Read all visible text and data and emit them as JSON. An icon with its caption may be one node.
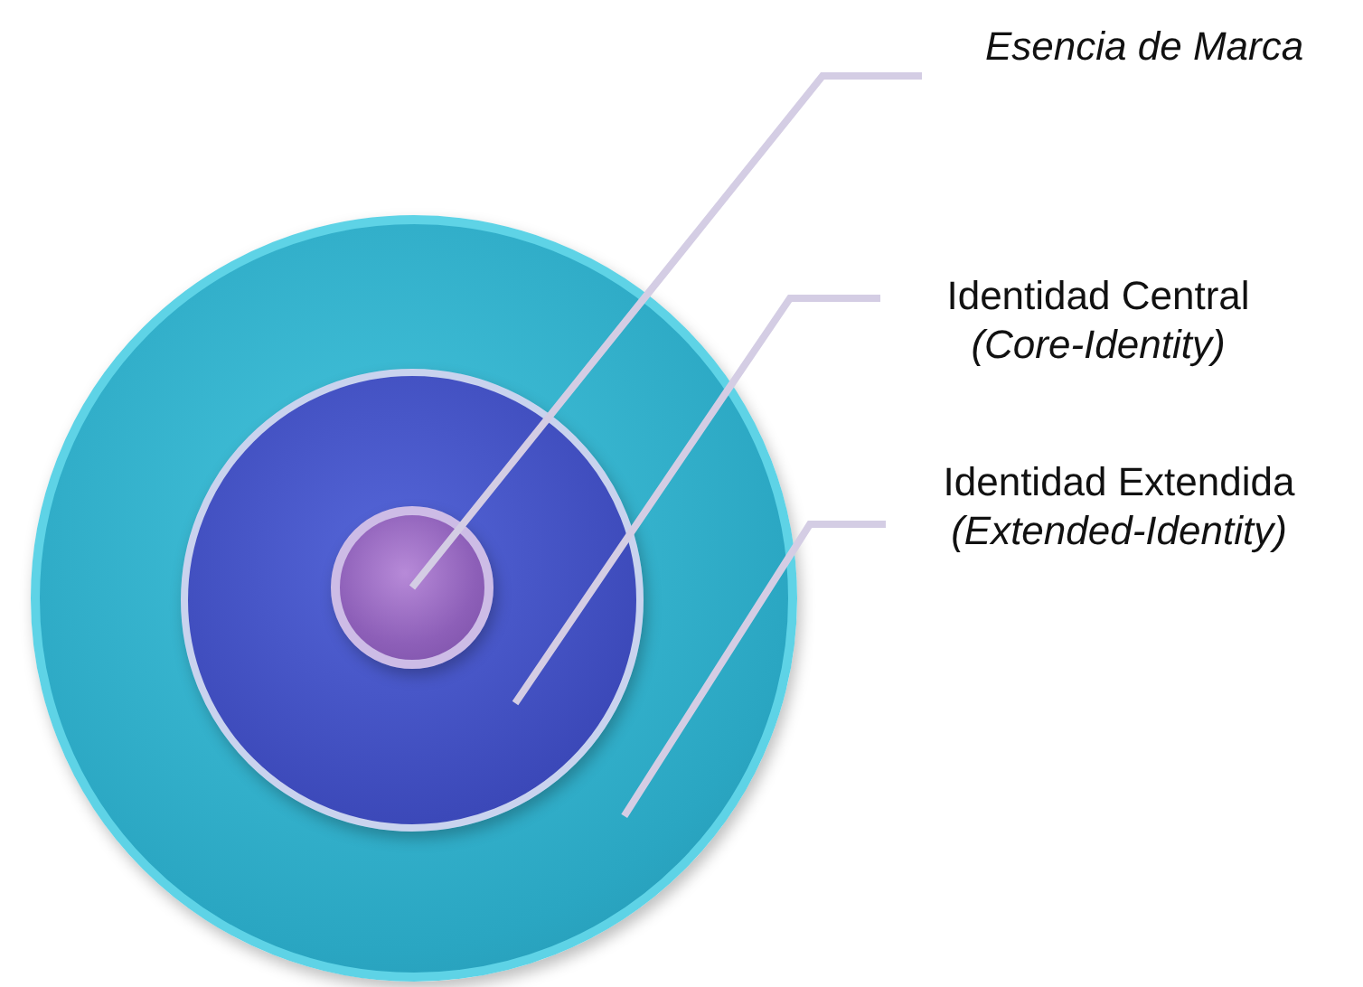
{
  "diagram": {
    "nodes": [
      {
        "text": [],
        "shape": "circle"
      },
      {
        "text": [],
        "shape": "circle",
        "in": 0
      },
      {
        "text": [],
        "shape": "circle",
        "in": 1
      },
      {
        "text": [
          "Esencia de Marca"
        ]
      },
      {
        "text": [
          "Identidad Central",
          "(Core-Identity)"
        ]
      },
      {
        "text": [
          "Identidad Extendida",
          "(Extended-Identity)"
        ]
      }
    ],
    "edges": [
      {
        "from": 3,
        "to": 2,
        "arrow": "none"
      },
      {
        "from": 4,
        "to": 1,
        "arrow": "none"
      },
      {
        "from": 5,
        "to": 0,
        "arrow": "none"
      }
    ]
  }
}
